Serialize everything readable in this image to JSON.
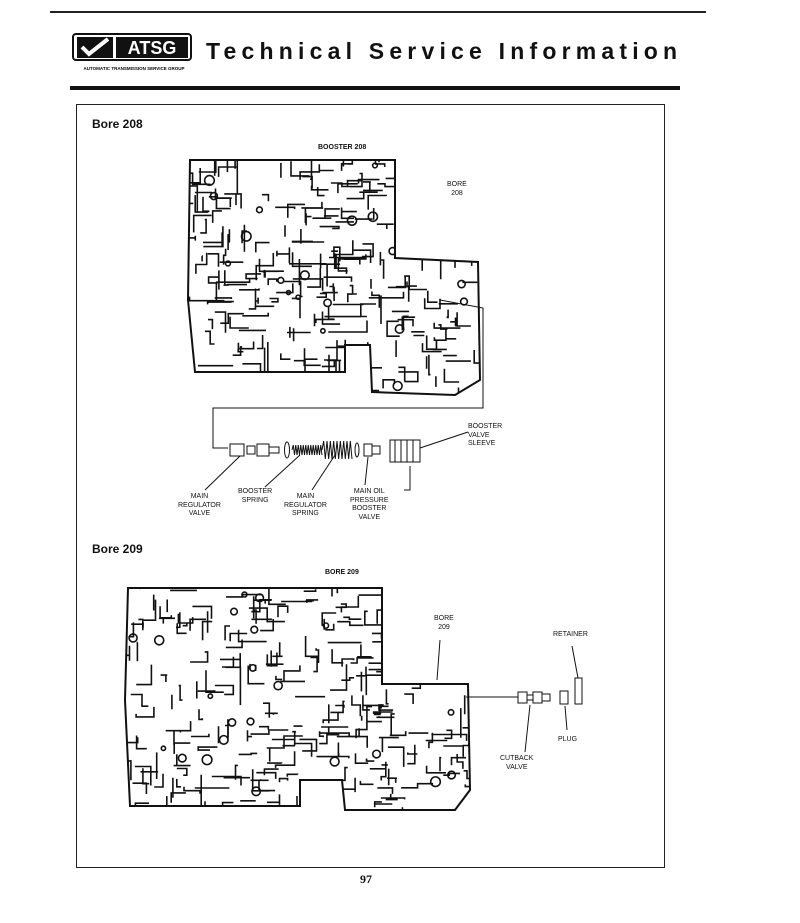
{
  "header": {
    "logo_text": "ATSG",
    "logo_subtext": "AUTOMATIC TRANSMISSION SERVICE GROUP",
    "title": "Technical Service Information"
  },
  "sections": [
    {
      "heading": "Bore 208",
      "diagram_title": "BOOSTER 208",
      "bore_label": [
        "BORE",
        "208"
      ],
      "parts": [
        {
          "label": [
            "MAIN",
            "REGULATOR",
            "VALVE"
          ]
        },
        {
          "label": [
            "BOOSTER",
            "SPRING"
          ]
        },
        {
          "label": [
            "MAIN",
            "REGULATOR",
            "SPRING"
          ]
        },
        {
          "label": [
            "MAIN OIL",
            "PRESSURE",
            "BOOSTER",
            "VALVE"
          ]
        },
        {
          "label": [
            "BOOSTER",
            "VALVE",
            "SLEEVE"
          ]
        }
      ]
    },
    {
      "heading": "Bore 209",
      "diagram_title": "BORE 209",
      "bore_label": [
        "BORE",
        "209"
      ],
      "parts": [
        {
          "label": [
            "RETAINER"
          ]
        },
        {
          "label": [
            "PLUG"
          ]
        },
        {
          "label": [
            "CUTBACK",
            "VALVE"
          ]
        }
      ]
    }
  ],
  "footer": {
    "page_number": "97"
  }
}
